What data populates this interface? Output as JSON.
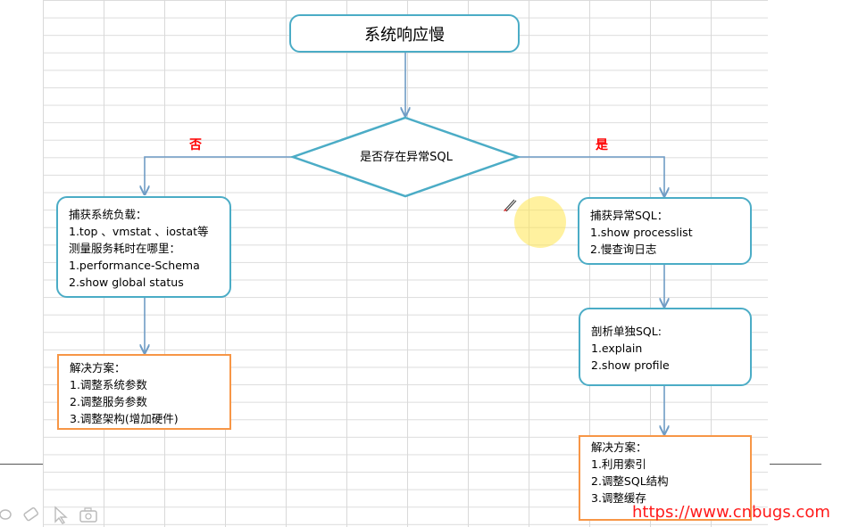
{
  "diagram": {
    "start_node": {
      "label": "系统响应慢"
    },
    "decision": {
      "label": "是否存在异常SQL"
    },
    "edge_labels": {
      "no": "否",
      "yes": "是"
    },
    "left_branch": {
      "capture_box": {
        "lines": [
          "捕获系统负载：",
          "1.top 、vmstat 、iostat等",
          "测量服务耗时在哪里：",
          "1.performance-Schema",
          "2.show global status"
        ]
      },
      "solution_box": {
        "lines": [
          "解决方案：",
          "1.调整系统参数",
          "2.调整服务参数",
          "3.调整架构(增加硬件)"
        ]
      }
    },
    "right_branch": {
      "capture_box": {
        "lines": [
          "捕获异常SQL：",
          "1.show processlist",
          "2.慢查询日志"
        ]
      },
      "analyze_box": {
        "lines": [
          "剖析单独SQL:",
          "1.explain",
          "2.show profile"
        ]
      },
      "solution_box": {
        "lines": [
          "解决方案：",
          "1.利用索引",
          "2.调整SQL结构",
          "3.调整缓存"
        ]
      }
    }
  },
  "watermark": "https://www.cnbugs.com",
  "colors": {
    "rounded_border": "#4bacc6",
    "solution_border": "#f79646",
    "connector": "#6f9cc5",
    "edge_label": "#ff0000",
    "watermark": "#ff1a1a"
  },
  "toolbar_icons": [
    "lasso-icon",
    "eraser-icon",
    "pointer-icon",
    "camera-icon"
  ]
}
